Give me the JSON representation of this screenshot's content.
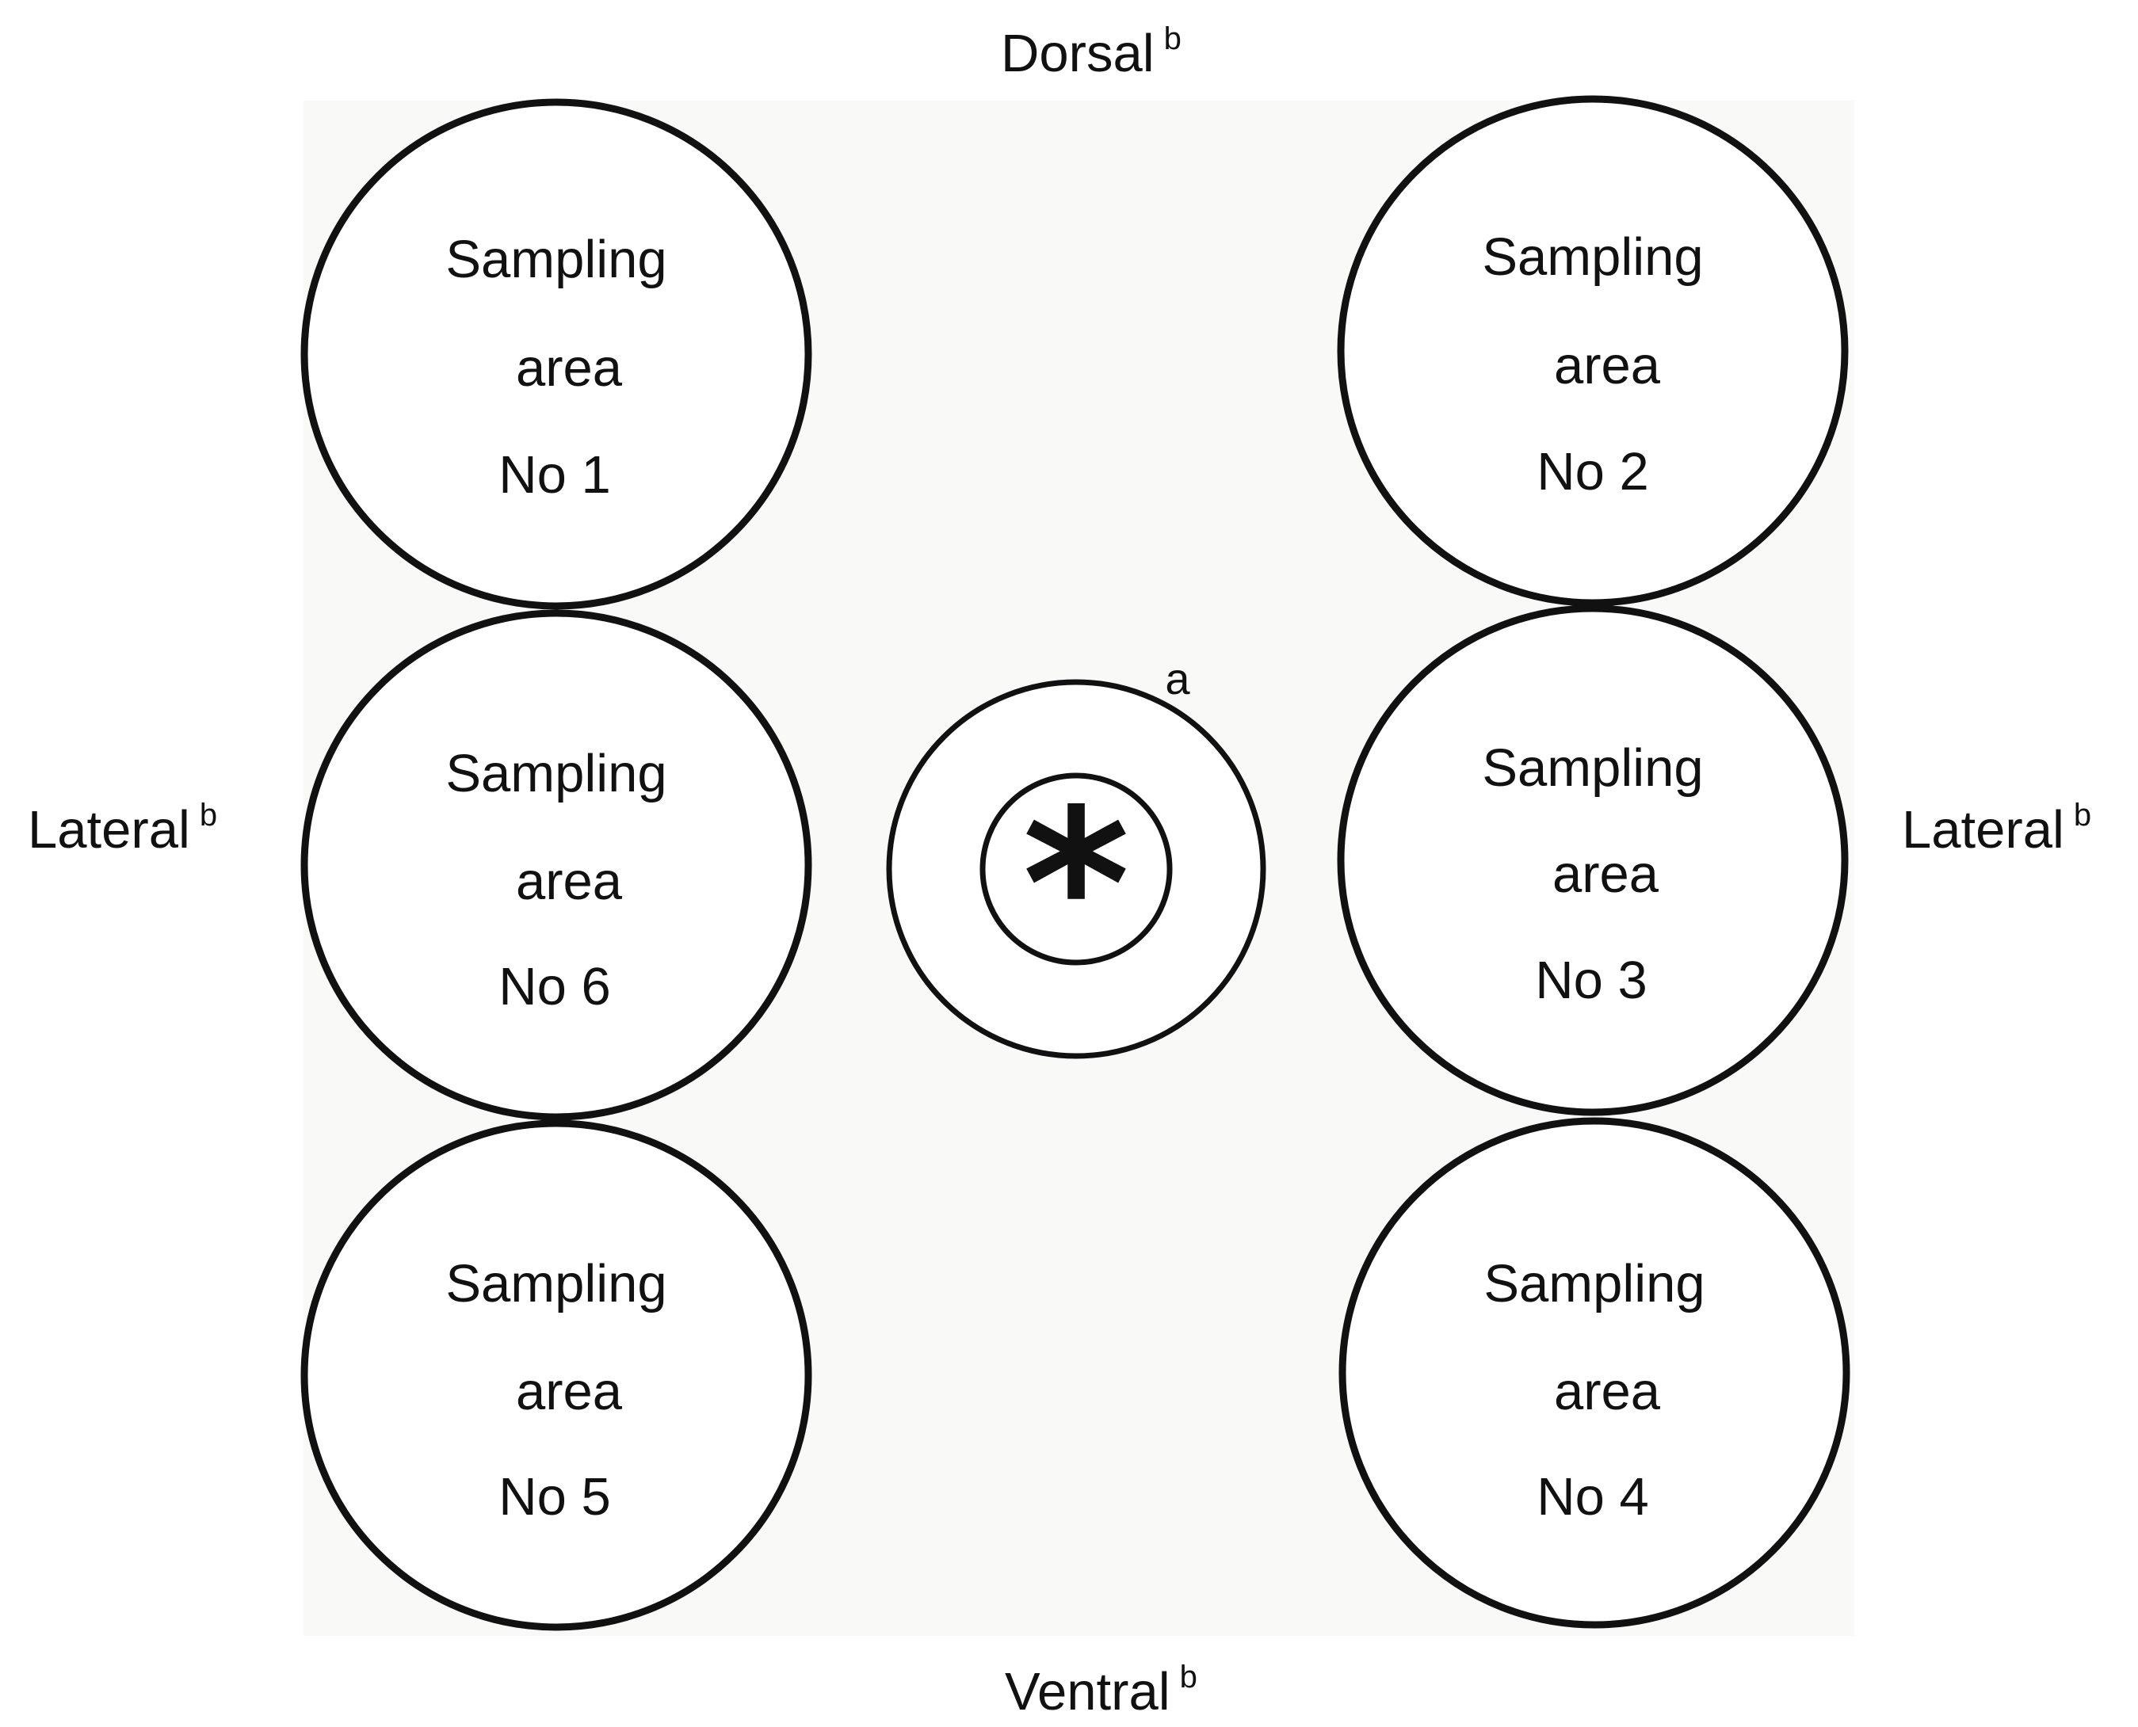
{
  "directions": {
    "top": "Dorsal",
    "bottom": "Ventral",
    "left": "Lateral",
    "right": "Lateral",
    "superscript": "b"
  },
  "sampling_areas": [
    {
      "id": "1",
      "lines": [
        "Sampling",
        "area",
        "No 1"
      ]
    },
    {
      "id": "2",
      "lines": [
        "Sampling",
        "area",
        "No 2"
      ]
    },
    {
      "id": "6",
      "lines": [
        "Sampling",
        "area",
        "No 6"
      ]
    },
    {
      "id": "3",
      "lines": [
        "Sampling",
        "area",
        "No 3"
      ]
    },
    {
      "id": "5",
      "lines": [
        "Sampling",
        "area",
        "No 5"
      ]
    },
    {
      "id": "4",
      "lines": [
        "Sampling",
        "area",
        "No 4"
      ]
    }
  ],
  "center": {
    "marker": "*",
    "label": "a"
  },
  "colors": {
    "field": "#f9f9f7",
    "stroke": "#111111",
    "circle_fill": "#ffffff"
  }
}
